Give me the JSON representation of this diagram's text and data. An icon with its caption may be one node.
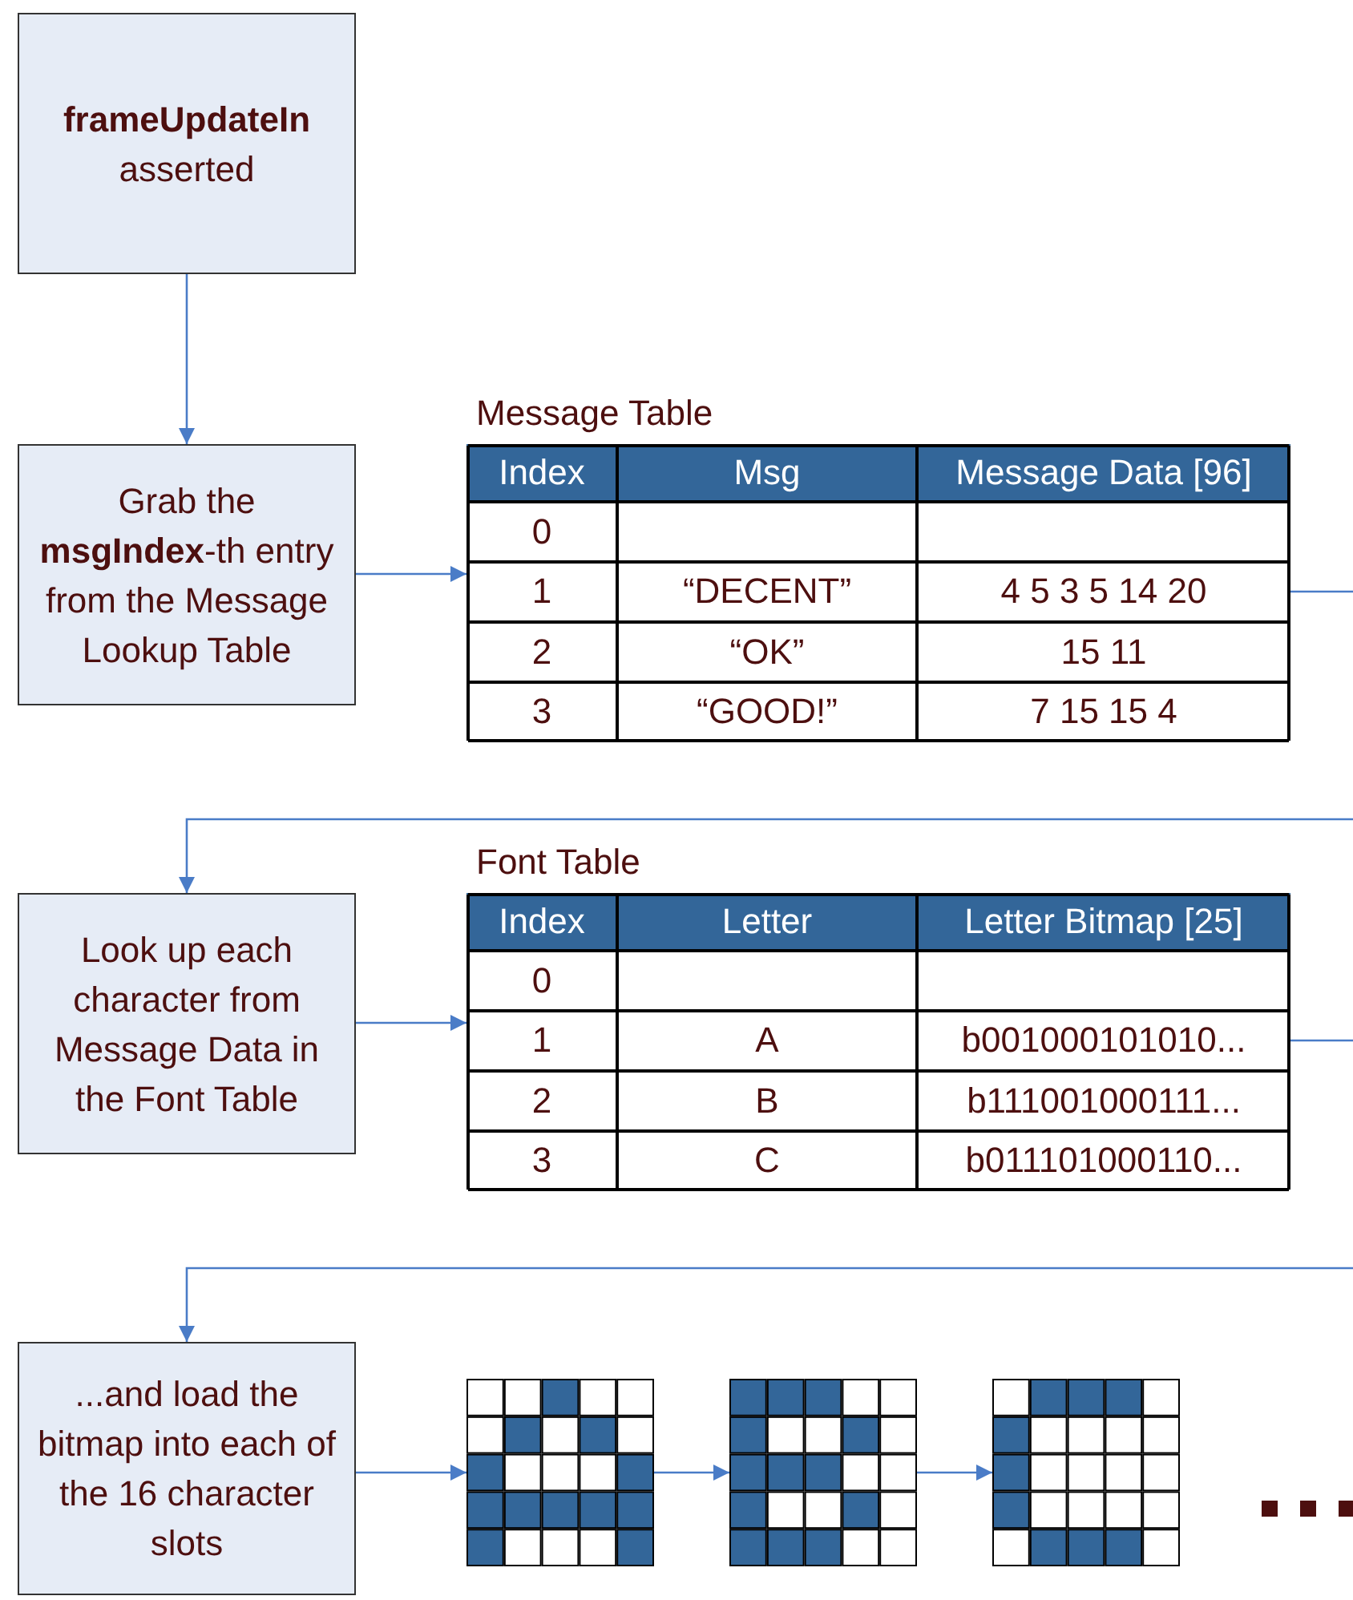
{
  "diagram": {
    "nodes": [
      {
        "text": [
          "**frameUpdateIn** asserted"
        ]
      },
      {
        "text": [
          "Grab the **msgIndex**-th entry from the Message Lookup Table"
        ]
      },
      {
        "text": [
          "Message Table"
        ]
      },
      {
        "text": [
          "Look up each character from Message Data in the Font Table"
        ]
      },
      {
        "text": [
          "Font Table"
        ]
      },
      {
        "text": [
          "...and load the bitmap into each of the 16 character slots"
        ]
      },
      {
        "text": [],
        "shape": "picture"
      },
      {
        "text": [],
        "shape": "picture"
      },
      {
        "text": [],
        "shape": "picture"
      }
    ],
    "edges": [
      {
        "from": 0,
        "to": 1,
        "arrow": "to"
      },
      {
        "from": 1,
        "to": 2,
        "arrow": "to"
      },
      {
        "from": 2,
        "to": 3,
        "arrow": "to"
      },
      {
        "from": 3,
        "to": 4,
        "arrow": "to"
      },
      {
        "from": 4,
        "to": 5,
        "arrow": "to"
      },
      {
        "from": 5,
        "to": 6,
        "arrow": "to"
      },
      {
        "from": 6,
        "to": 7,
        "arrow": "to"
      },
      {
        "from": 7,
        "to": 8,
        "arrow": "to"
      }
    ],
    "labels": [
      "Index",
      "Msg",
      "Message Data [96]",
      "0",
      "1",
      "“DECENT”",
      "4 5 3 5 14 20",
      "2",
      "“OK”",
      "15 11",
      "3",
      "“GOOD!”",
      "7 15 15 4",
      "Index",
      "Letter",
      "Letter Bitmap [25]",
      "0",
      "1",
      "A",
      "b001000101010...",
      "2",
      "B",
      "b111001000111...",
      "3",
      "C",
      "b011101000110..."
    ]
  }
}
